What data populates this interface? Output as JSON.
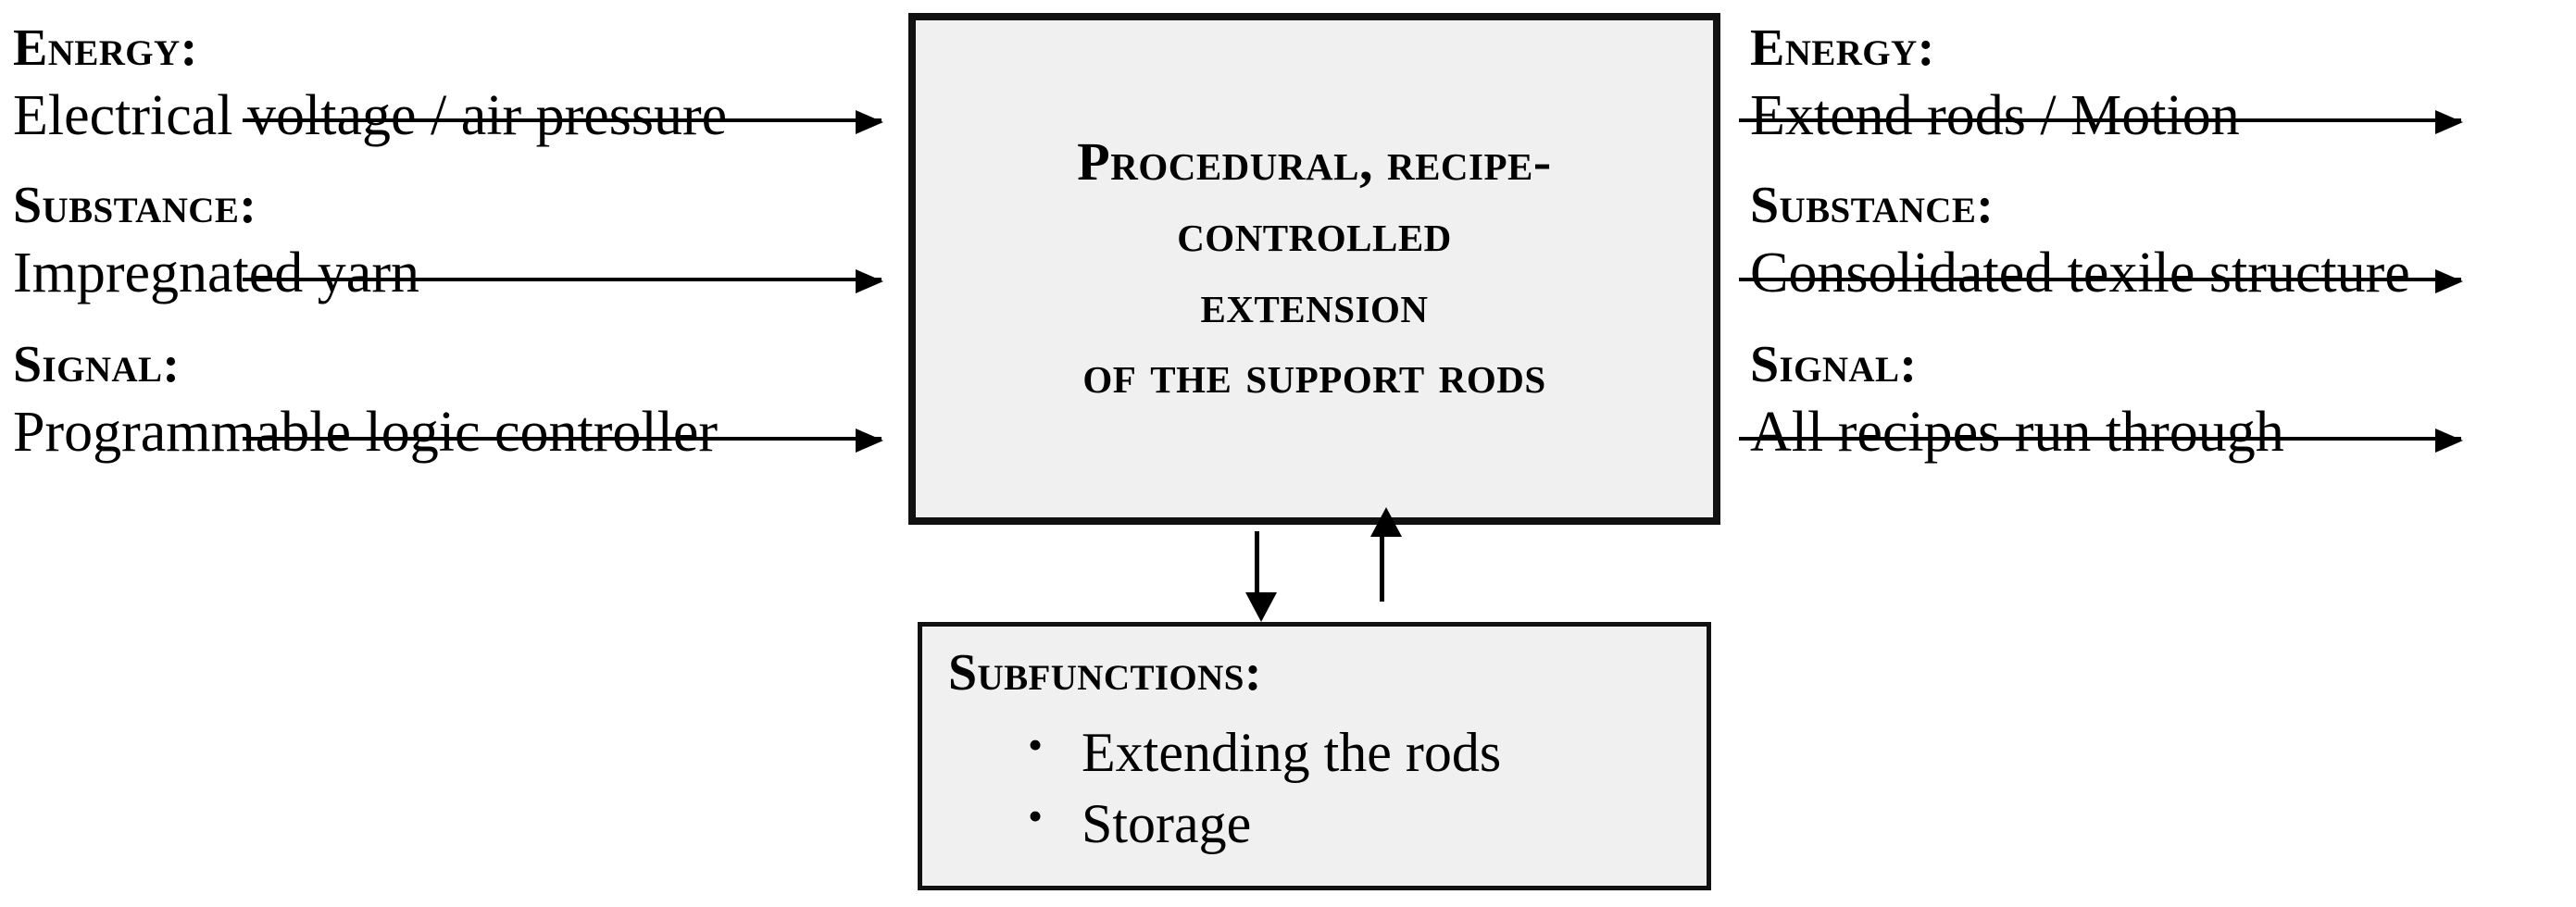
{
  "diagram": {
    "title": "Procedural, recipe-controlled extension of the support rods - function block diagram",
    "colors": {
      "box_fill": "#f0f0f0",
      "box_border": "#111111",
      "text": "#000000",
      "background": "#ffffff"
    },
    "inputs": [
      {
        "title": "Energy:",
        "value": "Electrical voltage / air pressure"
      },
      {
        "title": "Substance:",
        "value": "Impregnated yarn"
      },
      {
        "title": "Signal:",
        "value": "Programmable logic controller"
      }
    ],
    "outputs": [
      {
        "title": "Energy:",
        "value": "Extend rods / Motion"
      },
      {
        "title": "Substance:",
        "value": "Consolidated texile structure"
      },
      {
        "title": "Signal:",
        "value": "All recipes run through"
      }
    ],
    "main_box": {
      "lines": [
        "Procedural, recipe-",
        "controlled",
        "extension",
        "of the support rods"
      ]
    },
    "sub_box": {
      "title": "Subfunctions:",
      "items": [
        "Extending the rods",
        "Storage"
      ]
    },
    "connectors": {
      "down_arrow": "arrow-down-to-subfunctions",
      "up_arrow": "arrow-up-from-subfunctions"
    }
  }
}
